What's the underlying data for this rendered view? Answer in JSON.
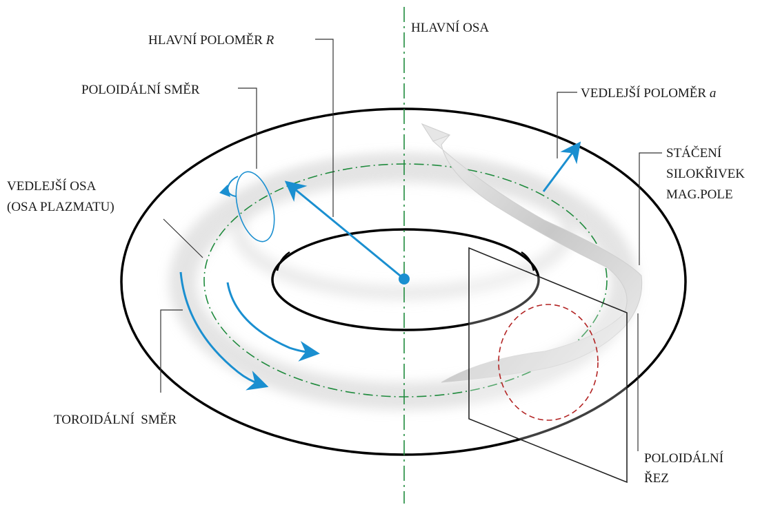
{
  "labels": {
    "hlavni_polomer": "HLAVNÍ POLOMĚR",
    "hlavni_polomer_symbol": "R",
    "hlavni_osa": "HLAVNÍ OSA",
    "poloidalni_smer": "POLOIDÁLNÍ SMĚR",
    "vedlejsi_polomer": "VEDLEJŠÍ POLOMĚR",
    "vedlejsi_polomer_symbol": "a",
    "vedlejsi_osa_line1": "VEDLEJŠÍ OSA",
    "vedlejsi_osa_line2": "(OSA PLAZMATU)",
    "staceni_line1": "STÁČENÍ",
    "staceni_line2": "SILOKŘIVEK",
    "staceni_line3": "MAG.POLE",
    "toroidalni_smer": "TOROIDÁLNÍ  SMĚR",
    "poloidalni_rez_line1": "POLOIDÁLNÍ",
    "poloidalni_rez_line2": "ŘEZ"
  },
  "colors": {
    "outline": "#000000",
    "arrow_blue": "#1a8fd0",
    "axis_green": "#1e8a3c",
    "section_red": "#b22222",
    "label_text": "#1a1a1a",
    "ribbon_gray": "#bdbdbd"
  }
}
